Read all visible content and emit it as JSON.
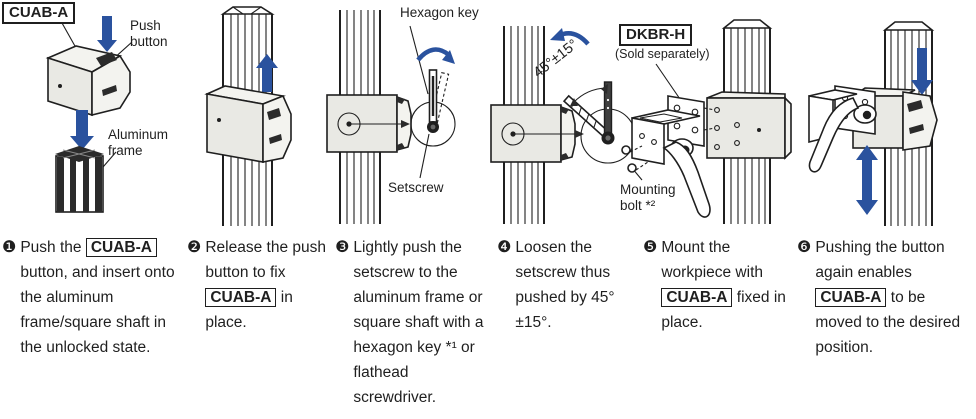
{
  "colors": {
    "arrow_blue": "#2a529e",
    "line": "#1f1f1f",
    "body_gray": "#e9e9e4"
  },
  "annotations": {
    "cuab_a": "CUAB-A",
    "push_button": "Push button",
    "aluminum_frame": "Aluminum frame",
    "hexagon_key": "Hexagon key",
    "setscrew": "Setscrew",
    "angle": "45°±15°",
    "dkbr_h": "DKBR-H",
    "sold_separately": "(Sold separately)",
    "mounting_bolt": "Mounting bolt *²"
  },
  "steps": [
    {
      "num": "❶",
      "pre": "Push the ",
      "box": "CUAB-A",
      "post": " button, and insert onto the aluminum frame/square shaft in the unlocked state."
    },
    {
      "num": "❷",
      "pre": "Release the push button to fix ",
      "box": "CUAB-A",
      "post": " in place."
    },
    {
      "num": "❸",
      "pre": "Lightly push the setscrew to the aluminum frame or square shaft with a hexagon key *¹ or flathead screwdriver.",
      "box": "",
      "post": ""
    },
    {
      "num": "❹",
      "pre": "Loosen the setscrew thus pushed by 45° ±15°.",
      "box": "",
      "post": ""
    },
    {
      "num": "❺",
      "pre": "Mount the workpiece with ",
      "box": "CUAB-A",
      "post": " fixed in place."
    },
    {
      "num": "❻",
      "pre": "Pushing the button again enables ",
      "box": "CUAB-A",
      "post": " to be moved to the desired position."
    }
  ]
}
